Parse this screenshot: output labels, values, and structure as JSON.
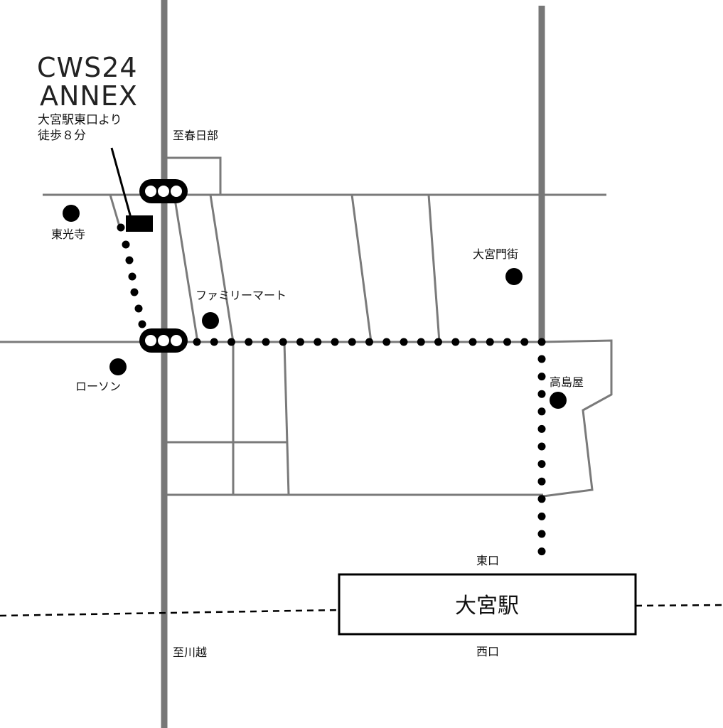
{
  "title": {
    "line1": "CWS24",
    "line2": "ANNEX"
  },
  "directions": {
    "line1": "大宮駅東口より",
    "line2": "徒歩８分"
  },
  "direction_labels": {
    "north": "至春日部",
    "south": "至川越"
  },
  "station": {
    "name": "大宮駅",
    "east_exit": "東口",
    "west_exit": "西口"
  },
  "landmarks": [
    {
      "id": "toukouji",
      "label": "東光寺"
    },
    {
      "id": "familymart",
      "label": "ファミリーマート"
    },
    {
      "id": "lawson",
      "label": "ローソン"
    },
    {
      "id": "omiya-mongai",
      "label": "大宮門街"
    },
    {
      "id": "takashimaya",
      "label": "高島屋"
    }
  ]
}
